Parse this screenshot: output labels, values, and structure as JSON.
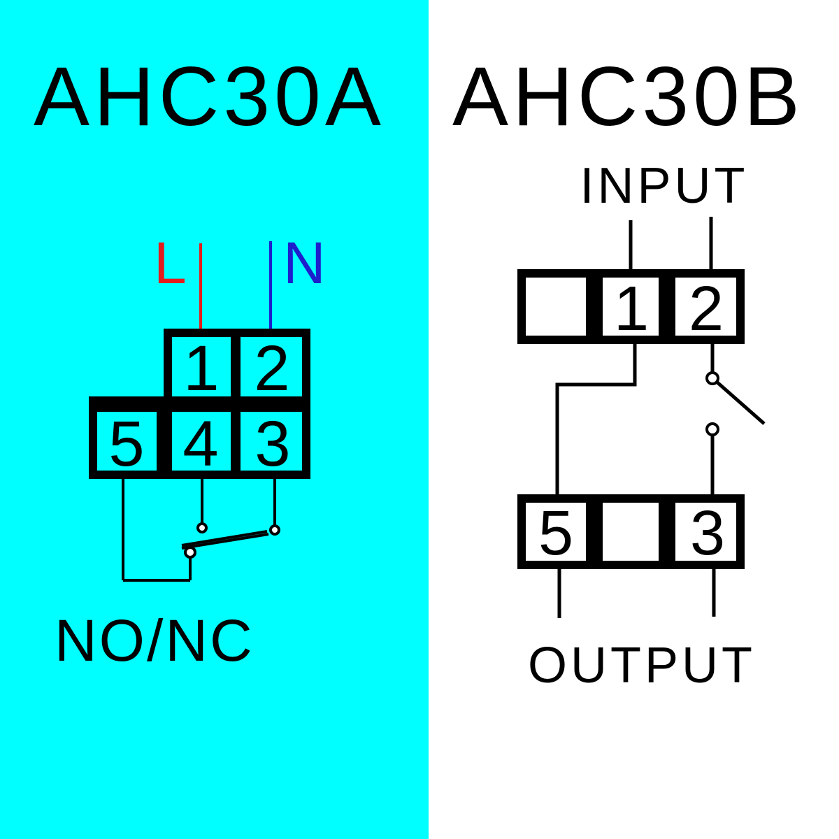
{
  "colors": {
    "left_bg": "#00FFFF",
    "right_bg": "#FFFFFF",
    "line": "#000000",
    "live": "#E51C1C",
    "neutral": "#1E1ECC"
  },
  "ahc30a": {
    "title": "AHC30A",
    "live_label": "L",
    "neutral_label": "N",
    "terminals": {
      "t1": "1",
      "t2": "2",
      "t3": "3",
      "t4": "4",
      "t5": "5"
    },
    "mode_label": "NO/NC"
  },
  "ahc30b": {
    "title": "AHC30B",
    "input_label": "INPUT",
    "output_label": "OUTPUT",
    "terminals": {
      "t1": "1",
      "t2": "2",
      "t3": "3",
      "t5": "5"
    }
  }
}
